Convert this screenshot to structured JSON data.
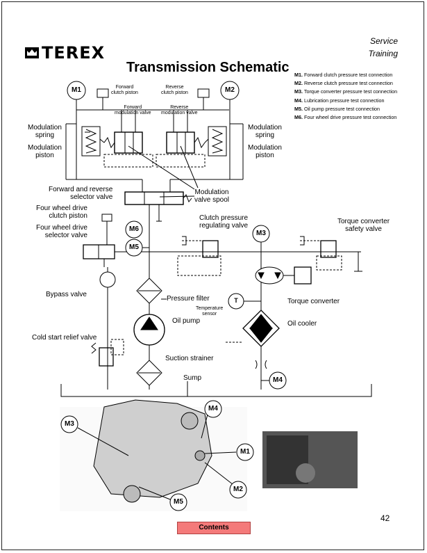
{
  "header": {
    "service": "Service",
    "training": "Training",
    "brand": "TEREX"
  },
  "title": "Transmission Schematic",
  "legend": [
    {
      "code": "M1.",
      "text": "Forward clutch pressure test connection"
    },
    {
      "code": "M2.",
      "text": "Reverse clutch pressure test connection"
    },
    {
      "code": "M3.",
      "text": "Torque converter pressure test connection"
    },
    {
      "code": "M4.",
      "text": "Lubrication pressure test connection"
    },
    {
      "code": "M5.",
      "text": "Oil pump pressure test connection"
    },
    {
      "code": "M6.",
      "text": "Four wheel drive pressure test connection"
    }
  ],
  "labels": {
    "fwd_clutch_piston": "Forward\nclutch piston",
    "rev_clutch_piston": "Reverse\nclutch piston",
    "fwd_mod_valve": "Forward\nmodulation valve",
    "rev_mod_valve": "Reverse\nmodulation valve",
    "mod_spring_l": "Modulation\nspring",
    "mod_piston_l": "Modulation\npiston",
    "mod_spring_r": "Modulation\nspring",
    "mod_piston_r": "Modulation\npiston",
    "selector_valve": "Forward and reverse\nselector valve",
    "mod_valve_spool": "Modulation\nvalve spool",
    "fwd_clutch_piston4": "Four wheel drive\nclutch piston",
    "fwd_selector": "Four wheel drive\nselector valve",
    "clutch_reg": "Clutch pressure\nregulating valve",
    "tc_safety": "Torque converter\nsafety valve",
    "bypass": "Bypass valve",
    "pressure_filter": "Pressure filter",
    "temp_sensor": "Temperature\nsensor",
    "torque_converter": "Torque converter",
    "oil_pump": "Oil pump",
    "oil_cooler": "Oil cooler",
    "cold_start": "Cold start relief valve",
    "suction_strainer": "Suction strainer",
    "sump": "Sump",
    "T": "T"
  },
  "gauges": {
    "M1": "M1",
    "M2": "M2",
    "M3": "M3",
    "M4": "M4",
    "M5": "M5",
    "M6": "M6"
  },
  "footer": {
    "contents": "Contents",
    "page": "42"
  }
}
